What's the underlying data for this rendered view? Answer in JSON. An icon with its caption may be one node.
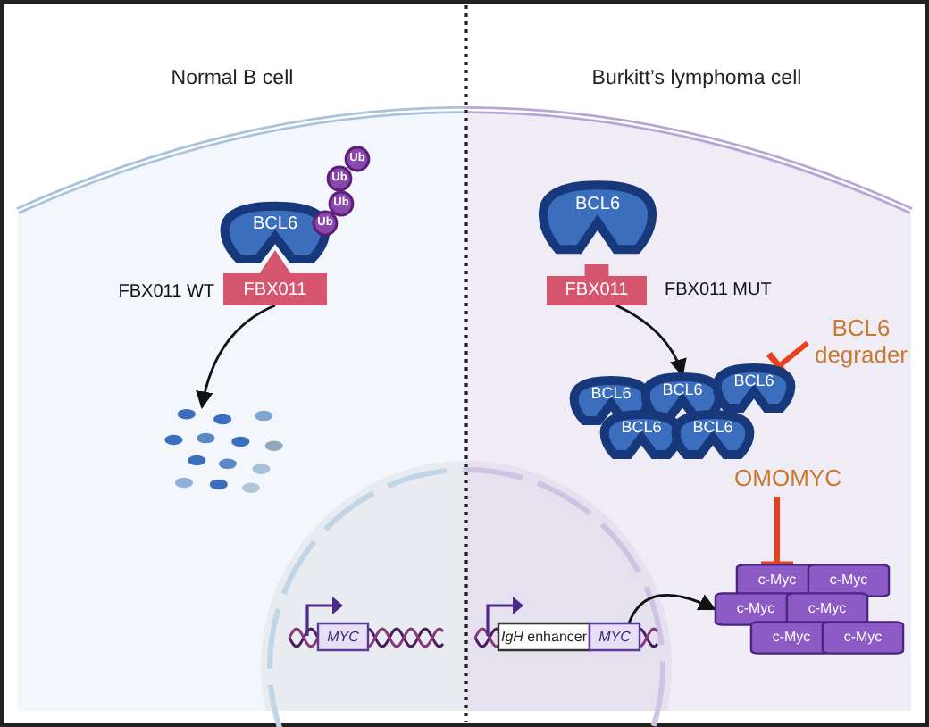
{
  "diagram": {
    "nodes": [
      {
        "text": [
          "BCL6"
        ]
      },
      {
        "text": [
          "Ub"
        ]
      },
      {
        "text": [
          "Ub"
        ]
      },
      {
        "text": [
          "Ub"
        ]
      },
      {
        "text": [
          "Ub"
        ]
      },
      {
        "text": [
          "FBX011"
        ],
        "beside": [
          "FBX011 WT"
        ]
      },
      {
        "text": [],
        "shape": "picture"
      },
      {
        "text": [
          "BCL6"
        ]
      },
      {
        "text": [
          "FBX011"
        ],
        "beside": [
          "FBX011 MUT"
        ]
      },
      {
        "text": [
          "BCL6"
        ]
      },
      {
        "text": [
          "BCL6"
        ]
      },
      {
        "text": [
          "BCL6"
        ]
      },
      {
        "text": [
          "BCL6"
        ]
      },
      {
        "text": [
          "BCL6"
        ]
      },
      {
        "text": [
          "BCL6 degrader"
        ]
      },
      {
        "text": [
          "OMOMYC"
        ]
      },
      {
        "text": [
          "c-Myc"
        ]
      },
      {
        "text": [
          "c-Myc"
        ]
      },
      {
        "text": [
          "c-Myc"
        ]
      },
      {
        "text": [
          "c-Myc"
        ]
      },
      {
        "text": [
          "c-Myc"
        ]
      },
      {
        "text": [
          "c-Myc"
        ]
      },
      {
        "text": [
          "MYC"
        ]
      },
      {
        "text": [
          "*IgH* enhancer"
        ]
      },
      {
        "text": [
          "MYC"
        ]
      }
    ],
    "edges": [
      {
        "from": 5,
        "to": 6,
        "arrow": "to"
      },
      {
        "from": 8,
        "to": 10,
        "arrow": "to"
      },
      {
        "from": 14,
        "to": 13,
        "arrow": "other",
        "color": "#e8401c",
        "style": "thick"
      },
      {
        "from": 15,
        "to": 16,
        "arrow": "other",
        "color": "#e8401c",
        "style": "thick"
      },
      {
        "from": 24,
        "to": 18,
        "arrow": "to"
      }
    ],
    "labels": [
      "Normal B cell",
      "Burkitt’s lymphoma cell"
    ]
  }
}
